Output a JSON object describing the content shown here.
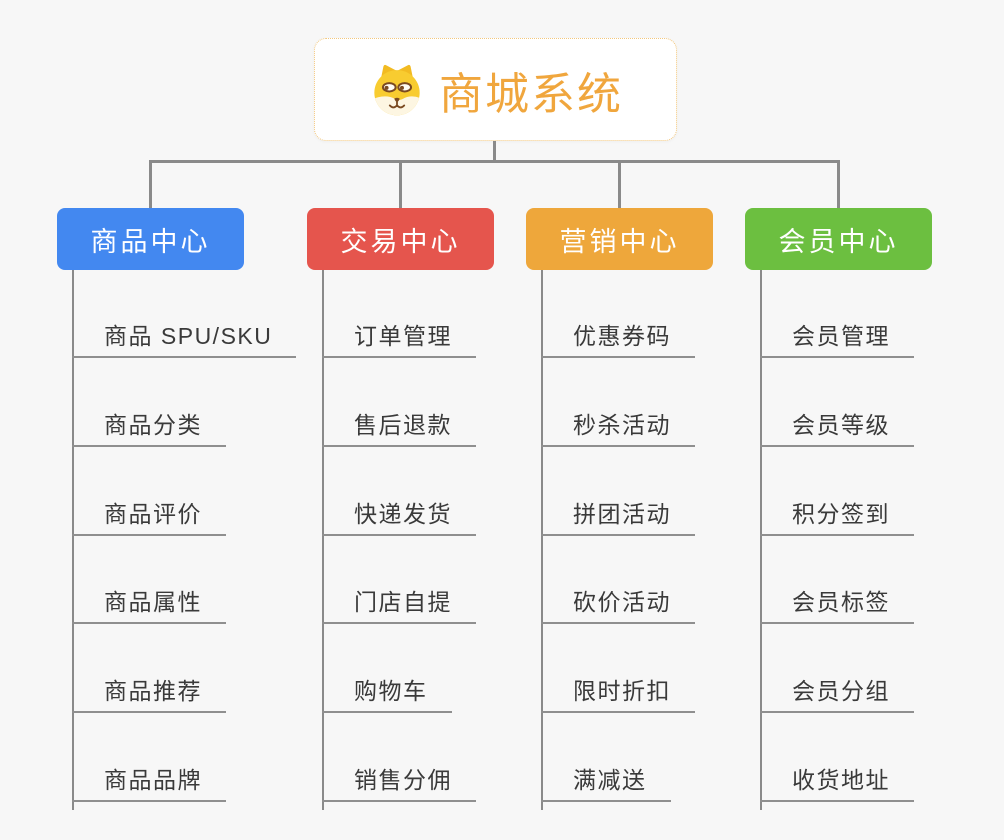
{
  "page": {
    "background": "#f7f7f7"
  },
  "root": {
    "title": "商城系统",
    "icon": "dog-face-icon",
    "text_color": "#f0a63d",
    "border_color": "#f3c87e",
    "background": "#ffffff"
  },
  "branches": [
    {
      "id": "product-center",
      "label": "商品中心",
      "color": "#4388f0",
      "children": [
        "商品 SPU/SKU",
        "商品分类",
        "商品评价",
        "商品属性",
        "商品推荐",
        "商品品牌"
      ]
    },
    {
      "id": "trade-center",
      "label": "交易中心",
      "color": "#e5554d",
      "children": [
        "订单管理",
        "售后退款",
        "快递发货",
        "门店自提",
        "购物车",
        "销售分佣"
      ]
    },
    {
      "id": "marketing-center",
      "label": "营销中心",
      "color": "#eea73b",
      "children": [
        "优惠券码",
        "秒杀活动",
        "拼团活动",
        "砍价活动",
        "限时折扣",
        "满减送"
      ]
    },
    {
      "id": "member-center",
      "label": "会员中心",
      "color": "#6cbf40",
      "children": [
        "会员管理",
        "会员等级",
        "积分签到",
        "会员标签",
        "会员分组",
        "收货地址"
      ]
    }
  ],
  "colors": {
    "connector": "#8a8a8a",
    "leaf_underline": "#8f8f8f",
    "leaf_text": "#3a3a3a",
    "branch_text": "#ffffff"
  }
}
